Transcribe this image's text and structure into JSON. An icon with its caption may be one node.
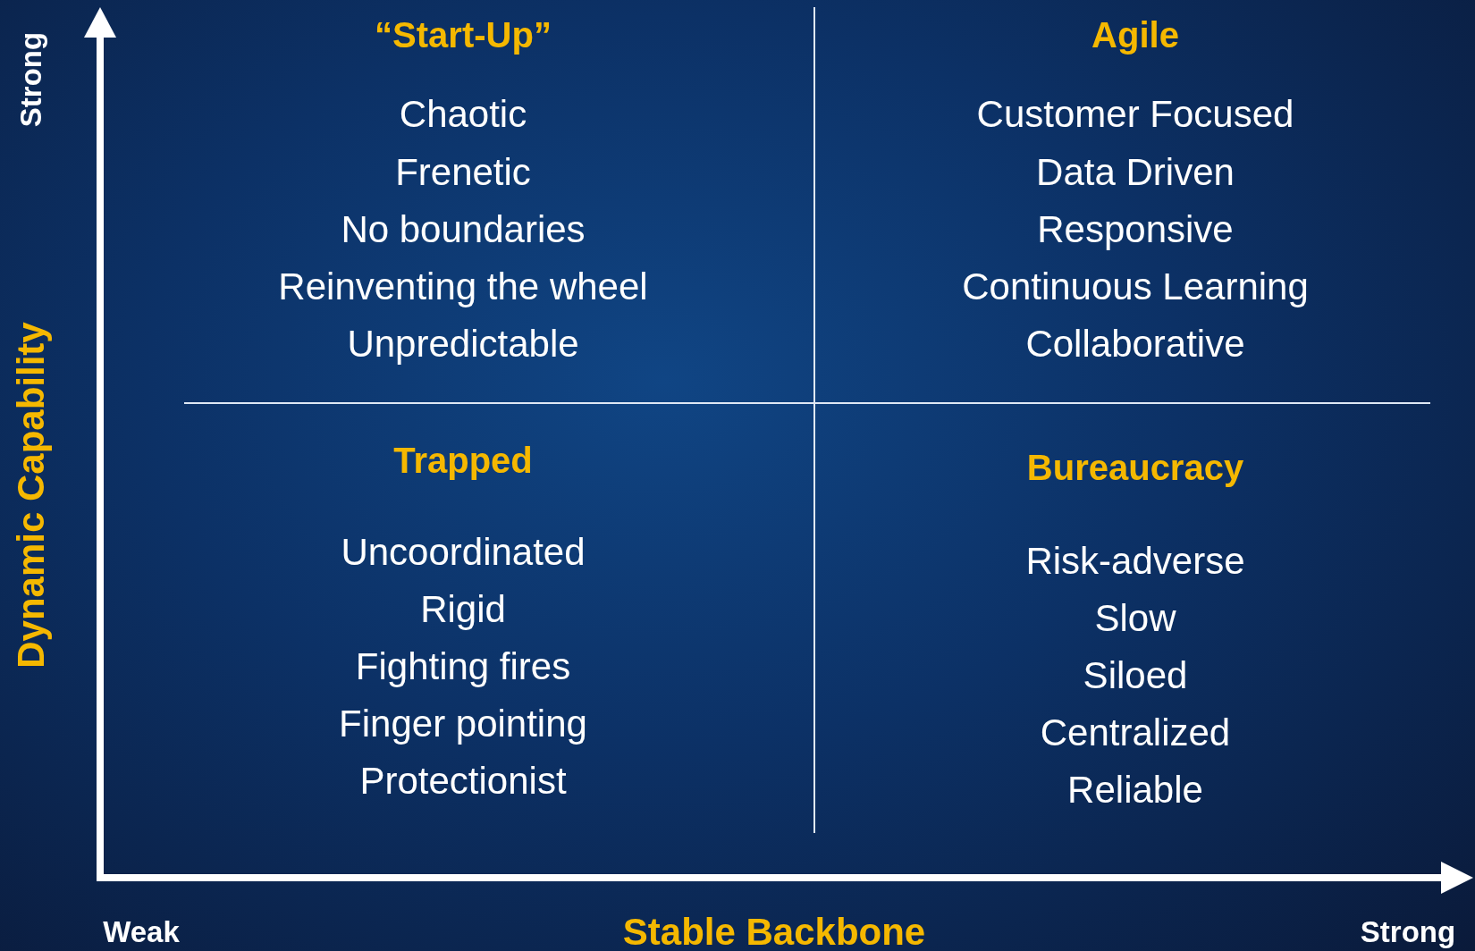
{
  "diagram": {
    "labels": [
      "Strong",
      "“Start-Up”",
      "Chaotic",
      "Frenetic",
      "No boundaries",
      "Reinventing the wheel",
      "Unpredictable",
      "Agile",
      "Customer Focused",
      "Data Driven",
      "Responsive",
      "Continuous Learning",
      "Collaborative",
      "Dynamic Capability",
      "Trapped",
      "Uncoordinated",
      "Rigid",
      "Fighting fires",
      "Finger pointing",
      "Protectionist",
      "Bureaucracy",
      "Risk-adverse",
      "Slow",
      "Siloed",
      "Centralized",
      "Reliable",
      "Weak",
      "Stable Backbone",
      "Strong"
    ]
  }
}
